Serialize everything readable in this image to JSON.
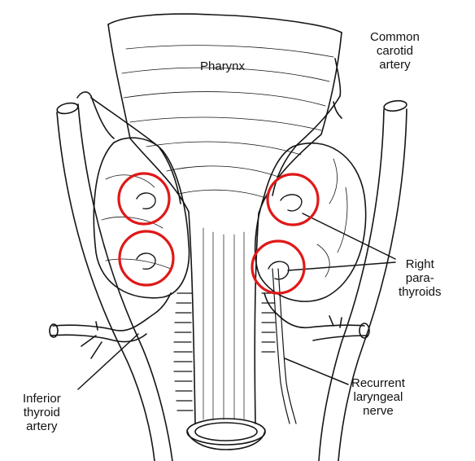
{
  "labels": {
    "pharynx": "Pharynx",
    "common_carotid": [
      "Common",
      "carotid",
      "artery"
    ],
    "right_parathyroids": [
      "Right",
      "para-",
      "thyroids"
    ],
    "recurrent_laryngeal": [
      "Recurrent",
      "laryngeal",
      "nerve"
    ],
    "inferior_thyroid": [
      "Inferior",
      "thyroid",
      "artery"
    ]
  },
  "highlight_color": "#e01818",
  "ink_color": "#151515"
}
